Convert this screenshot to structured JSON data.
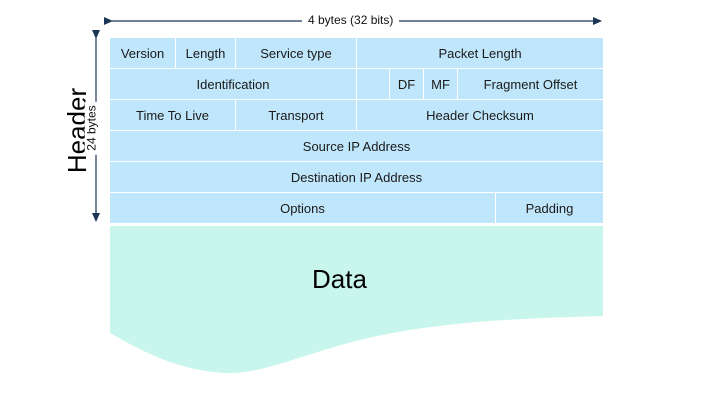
{
  "width_label": "4 bytes (32 bits)",
  "height_label": "24 bytes",
  "section_label": "Header",
  "data_label": "Data",
  "colors": {
    "header_cell": "#bfe6fb",
    "data_area": "#c9f6ec",
    "arrow": "#1d3557",
    "divider": "#ffffff"
  },
  "rows": [
    [
      "Version",
      "Length",
      "Service type",
      "Packet Length"
    ],
    [
      "Identification",
      "",
      "DF",
      "MF",
      "Fragment Offset"
    ],
    [
      "Time To Live",
      "Transport",
      "Header Checksum"
    ],
    [
      "Source IP Address"
    ],
    [
      "Destination IP Address"
    ],
    [
      "Options",
      "Padding"
    ]
  ]
}
